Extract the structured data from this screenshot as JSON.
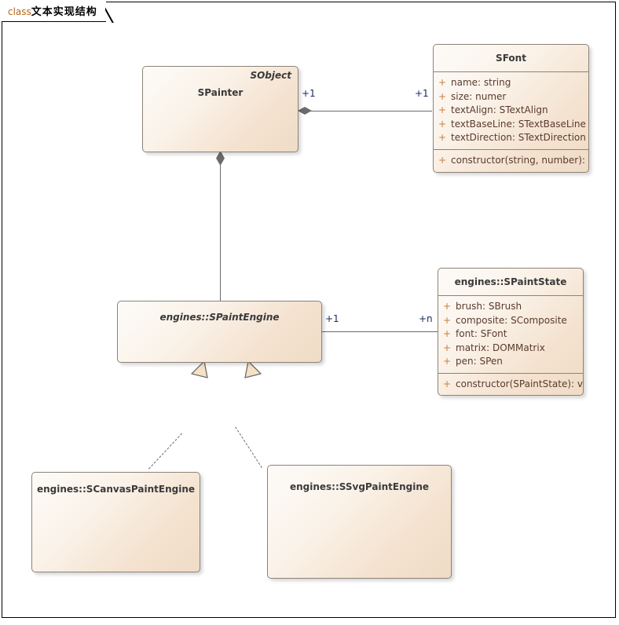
{
  "diagram": {
    "frame_tab_keyword": "class",
    "frame_tab_title": "文本实现结构",
    "colors": {
      "box_fill_light": "#fdfbf8",
      "box_fill_dark": "#efdcc6",
      "box_border": "#8c8378",
      "line": "#6b6b6b",
      "member_text": "#5a3a2e",
      "visibility": "#c87f3c",
      "multiplicity": "#1a2b5e",
      "keyword": "#b5651d",
      "realization_fill": "#f6e1c6"
    }
  },
  "classes": {
    "spainter": {
      "name": "SPainter",
      "stereotype": "SObject",
      "abstract": false,
      "attributes": [],
      "operations": []
    },
    "sfont": {
      "name": "SFont",
      "stereotype": "",
      "abstract": false,
      "attributes": [
        {
          "visibility": "+",
          "text": "name: string"
        },
        {
          "visibility": "+",
          "text": "size: numer"
        },
        {
          "visibility": "+",
          "text": "textAlign: STextAlign"
        },
        {
          "visibility": "+",
          "text": "textBaseLine: STextBaseLine"
        },
        {
          "visibility": "+",
          "text": "textDirection: STextDirection"
        }
      ],
      "operations": [
        {
          "visibility": "+",
          "text": "constructor(string, number): void"
        }
      ]
    },
    "spaintengine": {
      "name": "engines::SPaintEngine",
      "stereotype": "",
      "abstract": true,
      "attributes": [],
      "operations": []
    },
    "spaintstate": {
      "name": "engines::SPaintState",
      "stereotype": "",
      "abstract": false,
      "attributes": [
        {
          "visibility": "+",
          "text": "brush: SBrush"
        },
        {
          "visibility": "+",
          "text": "composite: SComposite"
        },
        {
          "visibility": "+",
          "text": "font: SFont"
        },
        {
          "visibility": "+",
          "text": "matrix: DOMMatrix"
        },
        {
          "visibility": "+",
          "text": "pen: SPen"
        }
      ],
      "operations": [
        {
          "visibility": "+",
          "text": "constructor(SPaintState): void"
        }
      ]
    },
    "scanvaspaintengine": {
      "name": "engines::SCanvasPaintEngine",
      "stereotype": "",
      "abstract": false,
      "attributes": [],
      "operations": []
    },
    "ssvgpaintengine": {
      "name": "engines::SSvgPaintEngine",
      "stereotype": "",
      "abstract": false,
      "attributes": [],
      "operations": []
    }
  },
  "relations": {
    "painter_font": {
      "type": "composition",
      "source_mult": "+1",
      "target_mult": "+1"
    },
    "painter_engine": {
      "type": "composition",
      "source_mult": "",
      "target_mult": ""
    },
    "engine_state": {
      "type": "association",
      "source_mult": "+1",
      "target_mult": "+n"
    },
    "canvas_realizes": {
      "type": "realization"
    },
    "svg_realizes": {
      "type": "realization"
    }
  }
}
